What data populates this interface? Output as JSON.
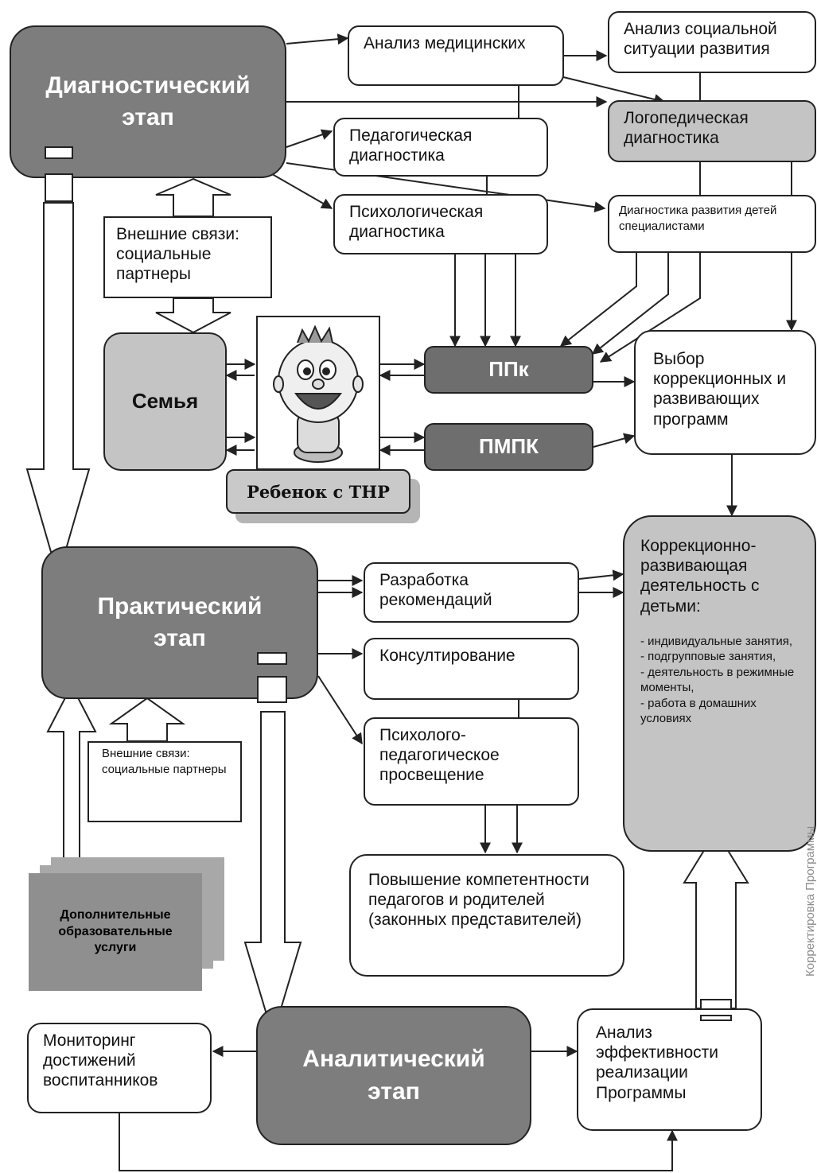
{
  "stages": {
    "diagnostic": "Диагностический этап",
    "practical": "Практический этап",
    "analytical": "Аналитический этап"
  },
  "diagnostic_branch": {
    "medical": "Анализ медицинских",
    "social_situation": "Анализ социальной ситуации развития",
    "pedagogical": "Педагогическая диагностика",
    "speech": "Логопедическая диагностика",
    "psychological": "Психологическая диагностика",
    "specialists": "Диагностика развития детей специалистами"
  },
  "external_links": {
    "top": "Внешние связи: социальные партнеры",
    "bottom": "Внешние связи: социальные партнеры"
  },
  "family": "Семья",
  "child": "Ребенок с ТНР",
  "ppk": "ППк",
  "pmpk": "ПМПК",
  "program_choice": "Выбор коррекционных и развивающих программ",
  "correction": {
    "title": "Коррекционно-развивающая деятельность с детьми:",
    "items": [
      "- индивидуальные занятия,",
      "- подгрупповые занятия,",
      "- деятельность в режимные моменты,",
      "- работа в домашних условиях"
    ]
  },
  "practical_branch": {
    "recommendations": "Разработка рекомендаций",
    "consulting": "Консултирование",
    "education": "Психолого-педагогическое просвещение",
    "competence": "Повышение компетентности педагогов и родителей (законных представителей)"
  },
  "additional_services": "Дополнительные образовательные услуги",
  "monitoring": "Мониторинг достижений воспитанников",
  "efficiency": "Анализ эффективности реализации Программы",
  "vertical_note": "Корректировка Программы",
  "colors": {
    "stage": "#7d7d7d",
    "gray_box": "#c4c4c4",
    "dark_box": "#6e6e6e",
    "line": "#222222"
  }
}
